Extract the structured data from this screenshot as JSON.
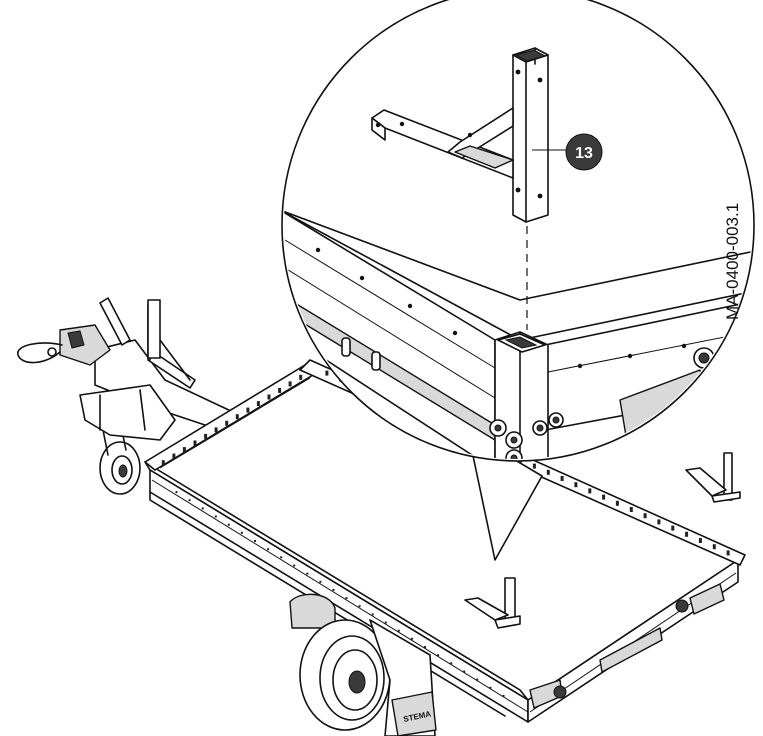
{
  "callout": {
    "number": "13"
  },
  "drawing_id": "MA-0400-003.1",
  "brand_label": "STEMA"
}
